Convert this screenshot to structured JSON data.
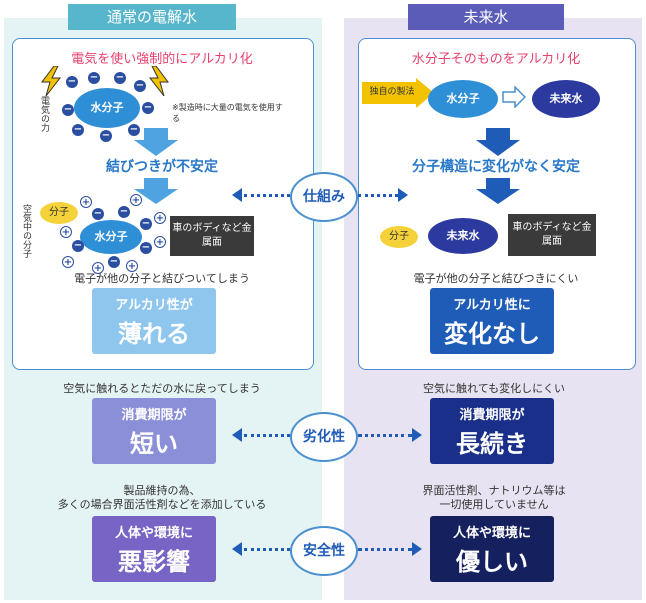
{
  "left": {
    "header": "通常の電解水",
    "method_title": "電気を使い強制的にアルカリ化",
    "electric_force": "電気の力",
    "water_molecule": "水分子",
    "note": "※製造時に大量の電気を使用する",
    "unstable": "結びつきが不安定",
    "air_molecule_side": "空気中の分子",
    "molecule": "分子",
    "metal_surface": "車のボディなど金属面",
    "bond_note": "電子が他の分子と結びついてしまう",
    "result_small": "アルカリ性が",
    "result_big": "薄れる",
    "degradation_note": "空気に触れるとただの水に戻ってしまう",
    "expiry_small": "消費期限が",
    "expiry_big": "短い",
    "additive_note_1": "製品維持の為、",
    "additive_note_2": "多くの場合界面活性剤などを添加している",
    "safety_small": "人体や環境に",
    "safety_big": "悪影響"
  },
  "right": {
    "header": "未来水",
    "method_title": "水分子そのものをアルカリ化",
    "own_method": "独自の製法",
    "water_molecule": "水分子",
    "future_water": "未来水",
    "stable": "分子構造に変化がなく安定",
    "molecule": "分子",
    "metal_surface": "車のボディなど金属面",
    "bond_note": "電子が他の分子と結びつきにくい",
    "result_small": "アルカリ性に",
    "result_big": "変化なし",
    "degradation_note": "空気に触れても変化しにくい",
    "expiry_small": "消費期限が",
    "expiry_big": "長続き",
    "additive_note_1": "界面活性剤、ナトリウム等は",
    "additive_note_2": "一切使用していません",
    "safety_small": "人体や環境に",
    "safety_big": "優しい"
  },
  "center": {
    "mechanism": "仕組み",
    "degradation": "劣化性",
    "safety": "安全性"
  },
  "symbols": {
    "minus": "−",
    "plus": "+"
  },
  "colors": {
    "light_blue": "#8ec6ee",
    "dark_blue": "#1f5cb8",
    "navy": "#15215e",
    "purple": "#7864c4",
    "red_text": "#e8416c"
  }
}
